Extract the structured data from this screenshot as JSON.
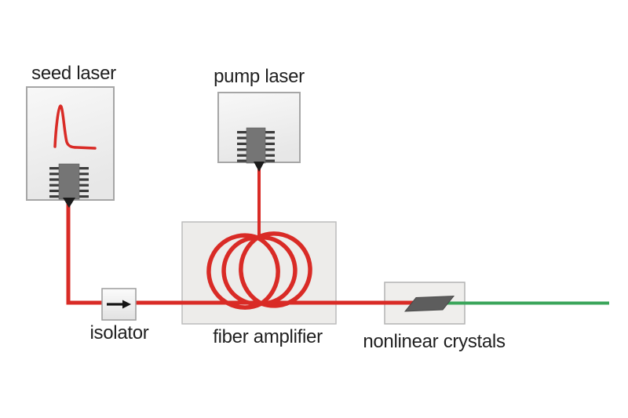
{
  "labels": {
    "seed_laser": "seed laser",
    "pump_laser": "pump laser",
    "isolator": "isolator",
    "fiber_amplifier": "fiber amplifier",
    "nonlinear_crystals": "nonlinear crystals"
  },
  "colors": {
    "beam_red": "#d92b26",
    "beam_green": "#3aa55a",
    "chip_gray": "#757575",
    "crystal_gray": "#5d5d5d",
    "text": "#1f1f1f",
    "box_border": "#a6a6a6"
  },
  "icons": {
    "seed_chip": "laser-diode-chip-icon",
    "pump_chip": "laser-diode-chip-icon",
    "pulse": "pulse-waveform-icon",
    "isolator_arrow": "forward-arrow-icon",
    "coil": "fiber-coil-icon",
    "crystal": "crystal-parallelogram-icon"
  }
}
